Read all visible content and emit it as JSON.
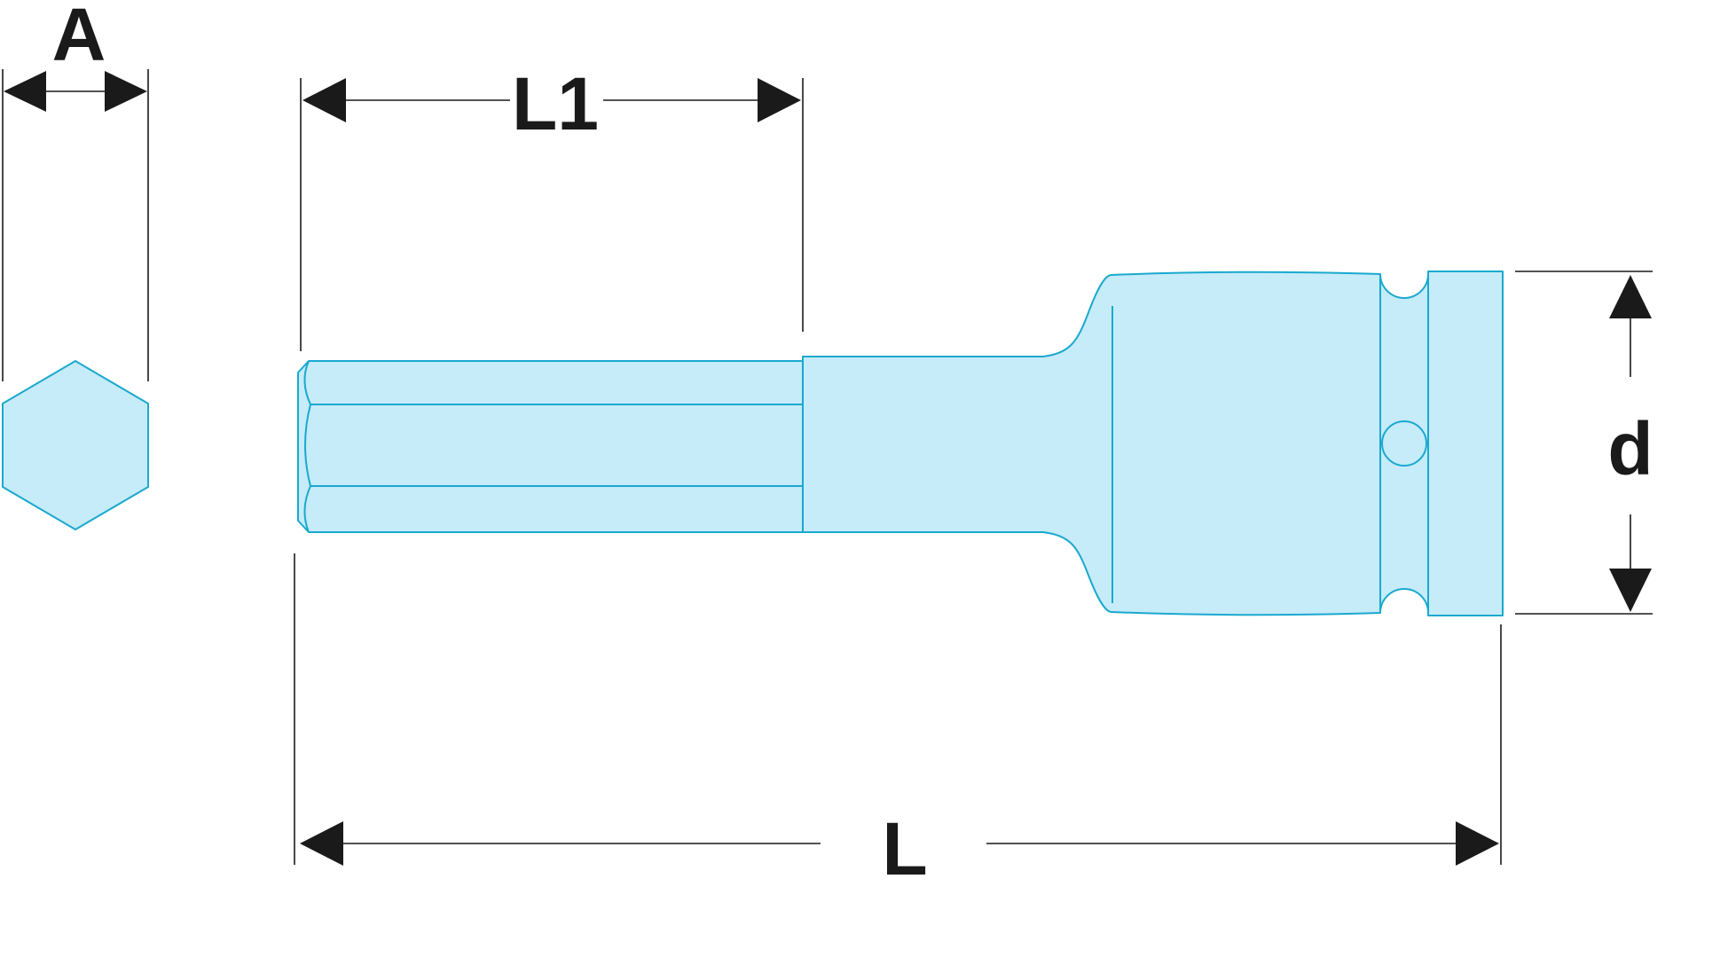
{
  "labels": {
    "a": "A",
    "l1": "L1",
    "l": "L",
    "d": "d"
  },
  "colors": {
    "fill": "#c6ebf9",
    "outline": "#1aa9cf",
    "dimension": "#1a1a1a"
  }
}
